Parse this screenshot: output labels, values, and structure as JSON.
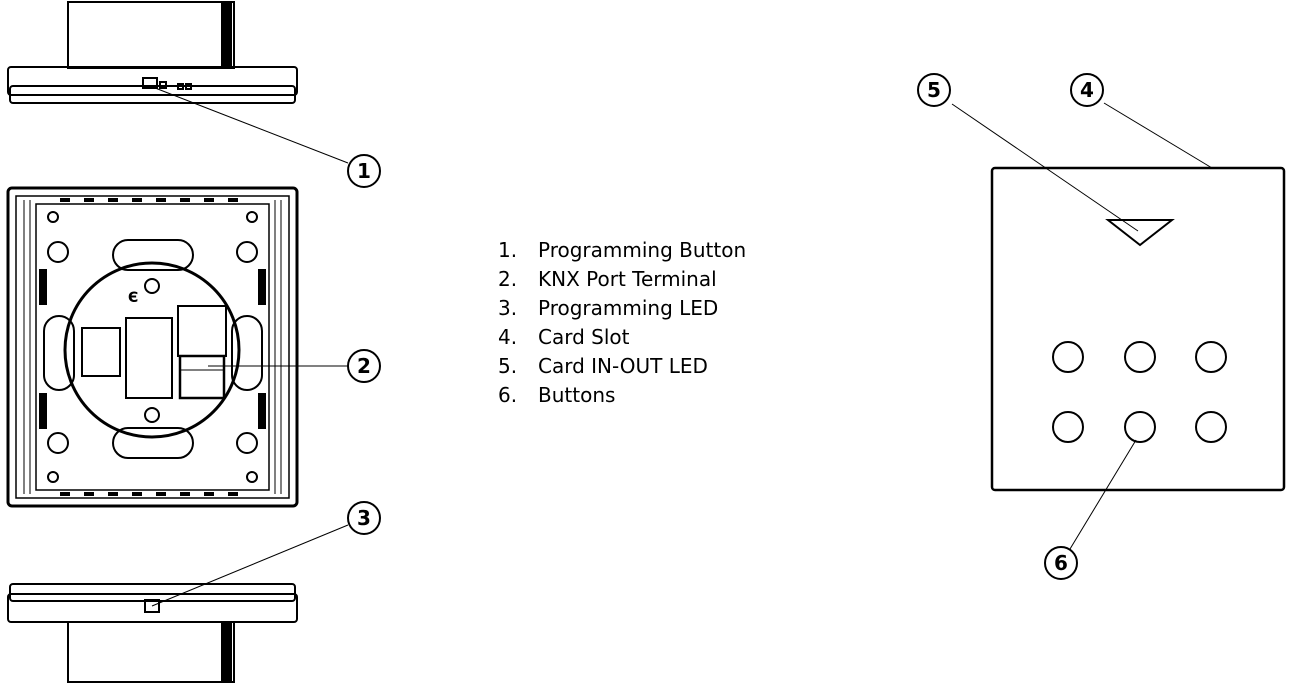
{
  "legend": {
    "items": [
      {
        "num": "1.",
        "label": "Programming Button"
      },
      {
        "num": "2.",
        "label": "KNX Port Terminal"
      },
      {
        "num": "3.",
        "label": "Programming LED"
      },
      {
        "num": "4.",
        "label": "Card Slot"
      },
      {
        "num": "5.",
        "label": "Card IN-OUT LED"
      },
      {
        "num": "6.",
        "label": "Buttons"
      }
    ]
  },
  "callouts": {
    "c1": "1",
    "c2": "2",
    "c3": "3",
    "c4": "4",
    "c5": "5",
    "c6": "6"
  },
  "colors": {
    "line": "#000000",
    "background": "#ffffff"
  }
}
